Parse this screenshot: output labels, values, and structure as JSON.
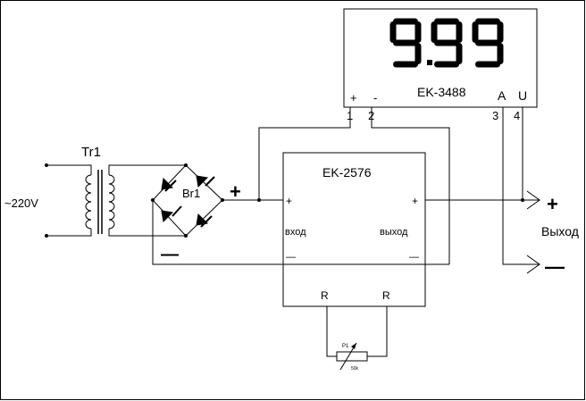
{
  "transformer": {
    "label": "Tr1",
    "input_voltage": "~220V"
  },
  "bridge": {
    "label": "Br1",
    "plus": "+",
    "minus": "—"
  },
  "display_module": {
    "reading": "9.99",
    "name": "EK-3488",
    "pin_plus": "+",
    "pin_minus": "-",
    "pin_a": "A",
    "pin_u": "U",
    "pin_1": "1",
    "pin_2": "2",
    "pin_3": "3",
    "pin_4": "4"
  },
  "regulator_module": {
    "name": "EK-2576",
    "in_plus": "+",
    "out_plus": "+",
    "in_label": "вход",
    "out_label": "выход",
    "in_minus": "—",
    "out_minus": "—",
    "r_left": "R",
    "r_right": "R"
  },
  "potentiometer": {
    "label": "P1",
    "value": "50k"
  },
  "output": {
    "plus": "+",
    "label": "Выход",
    "minus": "—"
  }
}
